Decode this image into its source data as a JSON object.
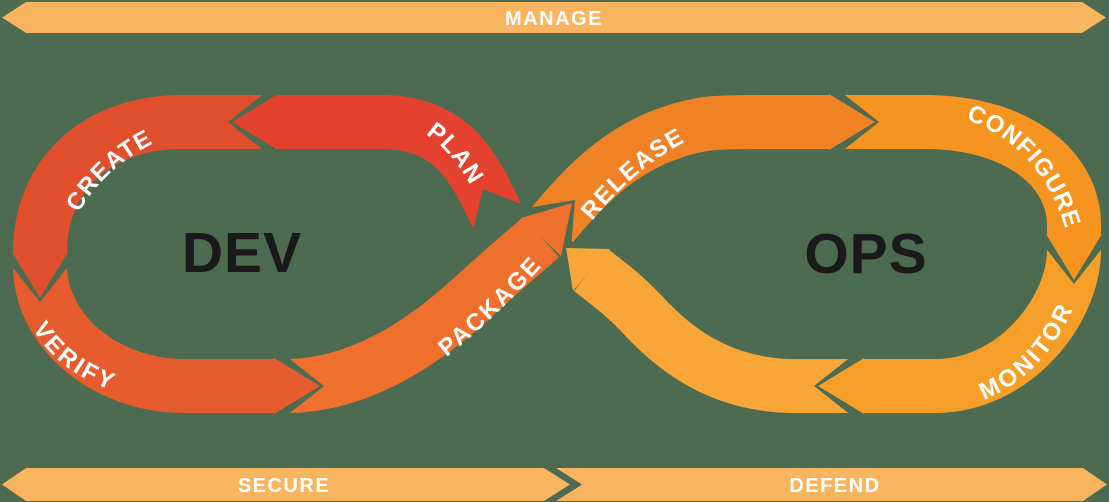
{
  "diagram": {
    "left_loop_title": "DEV",
    "right_loop_title": "OPS",
    "banners": {
      "top": "MANAGE",
      "bottom_left": "SECURE",
      "bottom_right": "DEFEND"
    },
    "segments": {
      "plan": {
        "label": "PLAN",
        "color": "#E2422E"
      },
      "create": {
        "label": "CREATE",
        "color": "#E0502D"
      },
      "verify": {
        "label": "VERIFY",
        "color": "#E65C2E"
      },
      "package": {
        "label": "PACKAGE",
        "color": "#EE702C"
      },
      "release": {
        "label": "RELEASE",
        "color": "#F08226"
      },
      "configure": {
        "label": "CONFIGURE",
        "color": "#F5941F"
      },
      "monitor": {
        "label": "MONITOR",
        "color": "#F59E28"
      },
      "return_band": {
        "color": "#F8A637"
      }
    },
    "colors": {
      "background": "#4D6B51",
      "banner": "#F8B45E",
      "label_text": "#FFFFFF",
      "title_text": "#1A1A1A"
    }
  }
}
